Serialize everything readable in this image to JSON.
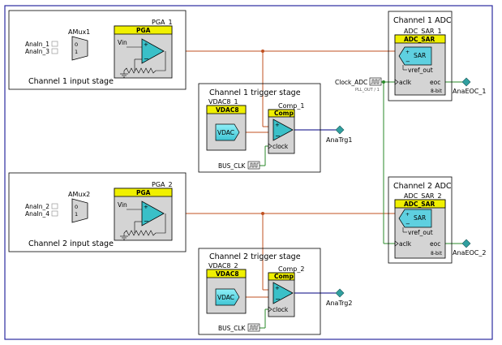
{
  "sheet_border_color": "#2b2ba0",
  "stages": {
    "ch1_input": "Channel 1 input stage",
    "ch2_input": "Channel 2 input stage",
    "ch1_trigger": "Channel 1 trigger stage",
    "ch2_trigger": "Channel 2 trigger stage",
    "ch1_adc": "Channel 1 ADC",
    "ch2_adc": "Channel 2 ADC"
  },
  "mux1": {
    "name": "AMux1",
    "in0": "AnaIn_1",
    "in1": "AnaIn_3",
    "p0": "0",
    "p1": "1"
  },
  "mux2": {
    "name": "AMux2",
    "in0": "AnaIn_2",
    "in1": "AnaIn_4",
    "p0": "0",
    "p1": "1"
  },
  "pga1": {
    "inst": "PGA_1",
    "type": "PGA",
    "pin": "Vin"
  },
  "pga2": {
    "inst": "PGA_2",
    "type": "PGA",
    "pin": "Vin"
  },
  "vdac1": {
    "inst": "VDAC8_1",
    "type": "VDAC8",
    "label": "VDAC"
  },
  "vdac2": {
    "inst": "VDAC8_2",
    "type": "VDAC8",
    "label": "VDAC"
  },
  "comp1": {
    "inst": "Comp_1",
    "type": "Comp",
    "clock": "clock",
    "clk_src": "BUS_CLK",
    "out": "AnaTrg1"
  },
  "comp2": {
    "inst": "Comp_2",
    "type": "Comp",
    "clock": "clock",
    "clk_src": "BUS_CLK",
    "out": "AnaTrg2"
  },
  "adc1": {
    "inst": "ADC_SAR_1",
    "type": "ADC_SAR",
    "core": "SAR",
    "vref": "vref_out",
    "aclk": "aclk",
    "eoc": "eoc",
    "bits": "8-bit",
    "out": "AnaEOC_1"
  },
  "adc2": {
    "inst": "ADC_SAR_2",
    "type": "ADC_SAR",
    "core": "SAR",
    "vref": "vref_out",
    "aclk": "aclk",
    "eoc": "eoc",
    "bits": "8-bit",
    "out": "AnaEOC_2"
  },
  "clock_adc": {
    "label": "Clock_ADC",
    "sub": "PLL_OUT / 1"
  },
  "colors": {
    "analog_wire": "#c05020",
    "digital_wire": "#2a8a2a",
    "block_body": "#d4d4d4",
    "header_yellow": "#f0f000",
    "opamp_fill": "#3ac0c8",
    "terminal": "#30a0a0"
  }
}
